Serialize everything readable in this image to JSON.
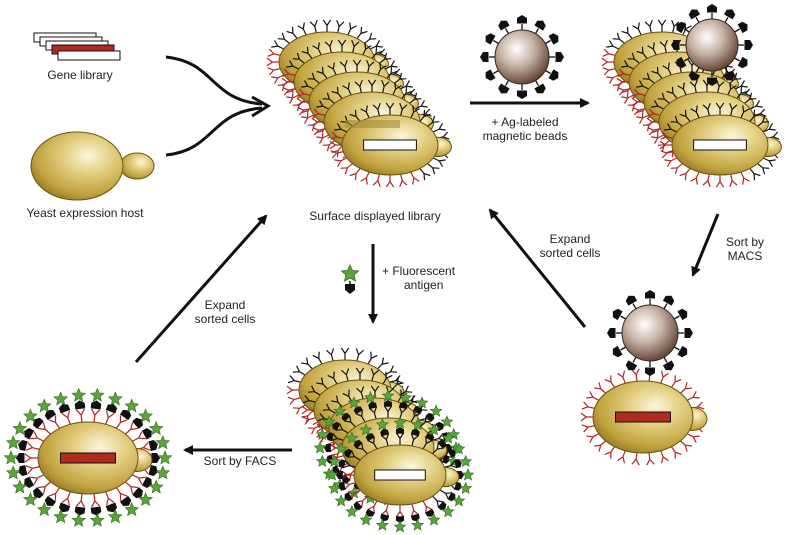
{
  "labels": {
    "gene_library": "Gene library",
    "yeast_host": "Yeast expression host",
    "surface_library": "Surface displayed library",
    "ag_beads": [
      "+ Ag-labeled",
      "magnetic beads"
    ],
    "sort_macs": [
      "Sort by",
      "MACS"
    ],
    "expand_right": [
      "Expand",
      "sorted cells"
    ],
    "expand_left": [
      "Expand",
      "sorted cells"
    ],
    "fluor_antigen": [
      "+ Fluorescent",
      "antigen"
    ],
    "sort_facs": "Sort by FACS"
  },
  "colors": {
    "cell_gold": "#c9ae48",
    "cell_dark": "#7a6118",
    "insert_red": "#b02a1e",
    "bead_brown": "#6b4a3a",
    "antigen_green": "#5aa53a",
    "receptor_red": "#b22222"
  }
}
